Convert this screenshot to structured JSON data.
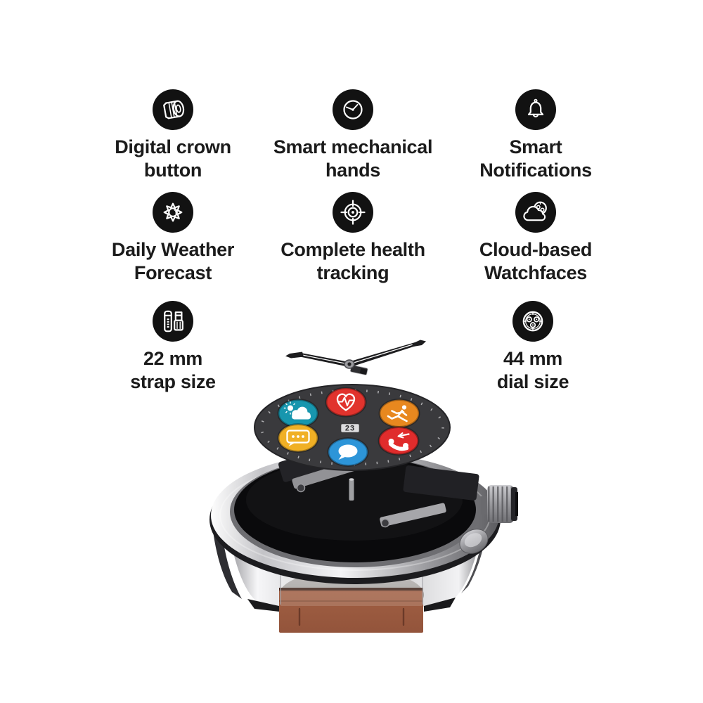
{
  "page": {
    "background": "#ffffff",
    "text_color": "#1b1b1b",
    "icon_background": "#121212"
  },
  "features": [
    {
      "icon": "digital-crown-icon",
      "lines": [
        "Digital crown",
        "button"
      ]
    },
    {
      "icon": "clock-hands-icon",
      "lines": [
        "Smart mechanical",
        "hands"
      ]
    },
    {
      "icon": "bell-icon",
      "lines": [
        "Smart",
        "Notifications"
      ]
    },
    {
      "icon": "sun-icon",
      "lines": [
        "Daily Weather",
        "Forecast"
      ]
    },
    {
      "icon": "target-icon",
      "lines": [
        "Complete health",
        "tracking"
      ]
    },
    {
      "icon": "cloud-watchface-icon",
      "lines": [
        "Cloud-based",
        "Watchfaces"
      ]
    },
    {
      "icon": "watch-strap-icon",
      "lines": [
        "22 mm",
        "strap size"
      ]
    },
    {
      "icon": "watch-dial-icon",
      "lines": [
        "44 mm",
        "dial size"
      ]
    }
  ],
  "watch": {
    "date": "23",
    "apps": [
      {
        "name": "weather",
        "color": "#1796ae"
      },
      {
        "name": "heart-rate",
        "color": "#e1332d"
      },
      {
        "name": "activity",
        "color": "#e8881f"
      },
      {
        "name": "chat",
        "color": "#f0b025"
      },
      {
        "name": "messages",
        "color": "#2d95d8"
      },
      {
        "name": "calls",
        "color": "#e02c2c"
      }
    ],
    "colors": {
      "dial": "#3a3a3d",
      "strap": "#9a5a3f",
      "case": "#c9c9cd"
    }
  }
}
